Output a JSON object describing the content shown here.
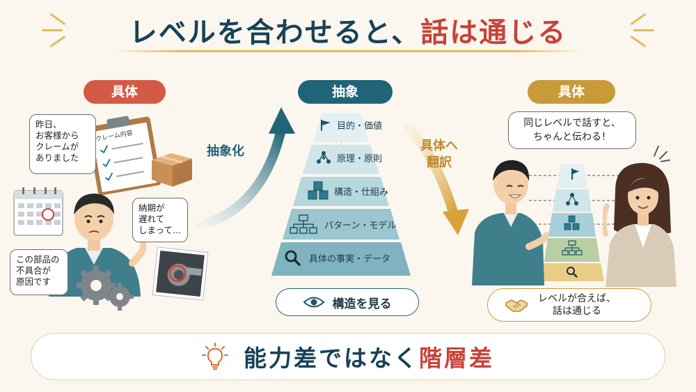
{
  "header": {
    "title_main": "レベルを合わせると、",
    "title_accent": "話は通じる"
  },
  "left": {
    "pill": "具体",
    "clipboard_title": "クレーム内容",
    "bubble_complaint": [
      "昨日、",
      "お客様から",
      "クレームが",
      "ありました"
    ],
    "bubble_delay": [
      "納期が",
      "遅れて",
      "しまって…"
    ],
    "bubble_part": [
      "この部品の",
      "不具合が",
      "原因です"
    ]
  },
  "arrow_up_label": "抽象化",
  "center": {
    "pill": "抽象",
    "layers": [
      {
        "label": "目的・価値",
        "icon": "flag-icon"
      },
      {
        "label": "原理・原則",
        "icon": "network-icon"
      },
      {
        "label": "構造・仕組み",
        "icon": "cubes-icon"
      },
      {
        "label": "パターン・モデル",
        "icon": "org-chart-icon"
      },
      {
        "label": "具体の事実・データ",
        "icon": "magnifier-icon"
      }
    ],
    "button": "構造を見る"
  },
  "arrow_down_label": [
    "具体へ",
    "翻訳"
  ],
  "right": {
    "pill": "具体",
    "bubble_shared": [
      "同じレベルで話すと、",
      "ちゃんと伝わる！"
    ],
    "card": [
      "レベルが合えば、",
      "話は通じる"
    ]
  },
  "footer": {
    "text_main": "能力差ではなく",
    "text_accent": "階層差"
  },
  "colors": {
    "title_dark": "#174257",
    "accent_red": "#c8423a",
    "teal": "#1f6577",
    "gold": "#c99a3a",
    "pyramid_top": "#e3f0f3",
    "pyramid_bottom": "#7fb3bf"
  }
}
